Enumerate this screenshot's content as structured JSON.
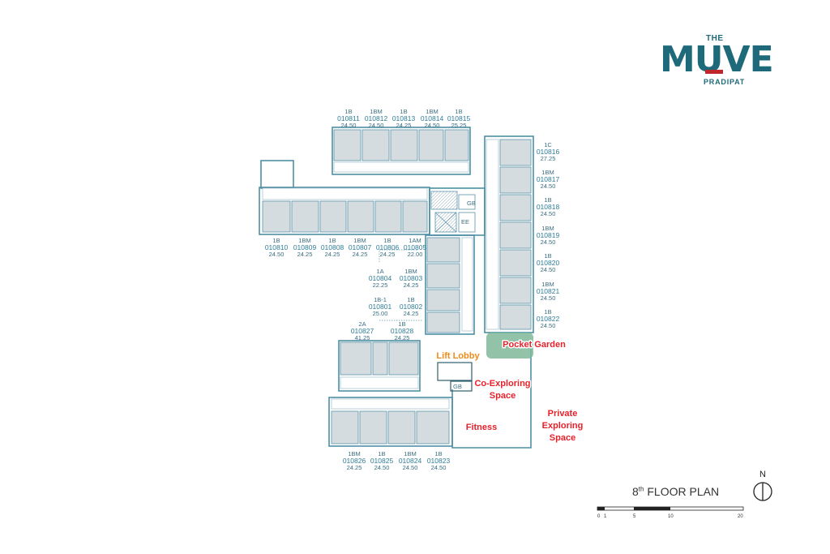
{
  "brand": {
    "the": "THE",
    "name": "MUVE",
    "sub": "PRADIPAT"
  },
  "plan_title": {
    "number": "8",
    "suffix": "th",
    "text": "FLOOR PLAN"
  },
  "compass_label": "N",
  "scale_ticks": [
    "0",
    "1",
    "5",
    "10",
    "20"
  ],
  "units": {
    "u010811": {
      "type": "1B",
      "no": "010811",
      "area": "24.50"
    },
    "u010812": {
      "type": "1BM",
      "no": "010812",
      "area": "24.50"
    },
    "u010813": {
      "type": "1B",
      "no": "010813",
      "area": "24.25"
    },
    "u010814": {
      "type": "1BM",
      "no": "010814",
      "area": "24.50"
    },
    "u010815": {
      "type": "1B",
      "no": "010815",
      "area": "25.25"
    },
    "u010816": {
      "type": "1C",
      "no": "010816",
      "area": "27.25"
    },
    "u010817": {
      "type": "1BM",
      "no": "010817",
      "area": "24.50"
    },
    "u010818": {
      "type": "1B",
      "no": "010818",
      "area": "24.50"
    },
    "u010819": {
      "type": "1BM",
      "no": "010819",
      "area": "24.50"
    },
    "u010820": {
      "type": "1B",
      "no": "010820",
      "area": "24.50"
    },
    "u010821": {
      "type": "1BM",
      "no": "010821",
      "area": "24.50"
    },
    "u010822": {
      "type": "1B",
      "no": "010822",
      "area": "24.50"
    },
    "u010810": {
      "type": "1B",
      "no": "010810",
      "area": "24.50"
    },
    "u010809": {
      "type": "1BM",
      "no": "010809",
      "area": "24.25"
    },
    "u010808": {
      "type": "1B",
      "no": "010808",
      "area": "24.25"
    },
    "u010807": {
      "type": "1BM",
      "no": "010807",
      "area": "24.25"
    },
    "u010806": {
      "type": "1B",
      "no": "010806",
      "area": "24.25"
    },
    "u010805": {
      "type": "1AM",
      "no": "010805",
      "area": "22.00"
    },
    "u010804": {
      "type": "1A",
      "no": "010804",
      "area": "22.25"
    },
    "u010803": {
      "type": "1BM",
      "no": "010803",
      "area": "24.25"
    },
    "u010801": {
      "type": "1B-1",
      "no": "010801",
      "area": "25.00"
    },
    "u010802": {
      "type": "1B",
      "no": "010802",
      "area": "24.25"
    },
    "u010827": {
      "type": "2A",
      "no": "010827",
      "area": "41.25"
    },
    "u010828": {
      "type": "1B",
      "no": "010828",
      "area": "24.25"
    },
    "u010826": {
      "type": "1BM",
      "no": "010826",
      "area": "24.25"
    },
    "u010825": {
      "type": "1B",
      "no": "010825",
      "area": "24.50"
    },
    "u010824": {
      "type": "1BM",
      "no": "010824",
      "area": "24.50"
    },
    "u010823": {
      "type": "1B",
      "no": "010823",
      "area": "24.50"
    }
  },
  "amenities": {
    "lift_lobby": "Lift Lobby",
    "pocket_garden": "Pocket Garden",
    "co_exploring_1": "Co-Exploring",
    "co_exploring_2": "Space",
    "fitness": "Fitness",
    "private_1": "Private",
    "private_2": "Exploring",
    "private_3": "Space"
  },
  "room_codes": {
    "gb1": "GB",
    "ee": "EE",
    "gb2": "GB"
  },
  "colors": {
    "brand": "#1f6a7a",
    "accent_red": "#c0272d",
    "unit_fill": "#d4dce0",
    "wall": "#4e8fa5",
    "label_red": "#e8212b",
    "label_orange": "#f28a1b",
    "garden": "#7fb89a"
  }
}
